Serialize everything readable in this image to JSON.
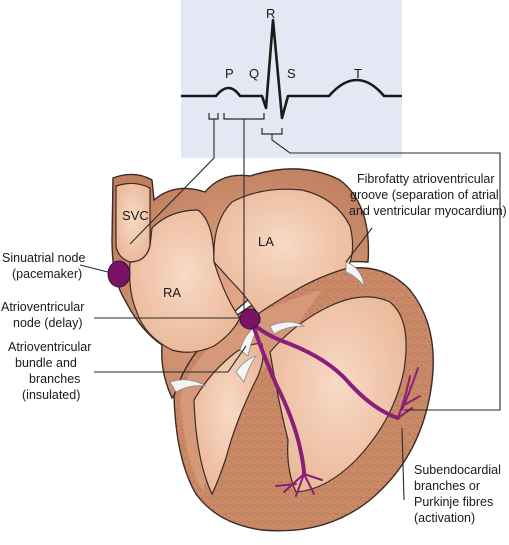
{
  "ecg": {
    "waves": {
      "p": "P",
      "q": "Q",
      "r": "R",
      "s": "S",
      "t": "T"
    }
  },
  "chambers": {
    "svc": "SVC",
    "ra": "RA",
    "la": "LA"
  },
  "labels": {
    "sinoatrial": [
      "Sinuatrial node",
      "(pacemaker)"
    ],
    "av_node": [
      "Atrioventricular",
      "node (delay)"
    ],
    "av_bundle": [
      "Atrioventricular",
      "bundle and",
      "branches",
      "(insulated)"
    ],
    "groove": [
      "Fibrofatty atrioventricular",
      "groove (separation of atrial",
      "and ventricular myocardium)"
    ],
    "purkinje": [
      "Subendocardial",
      "branches or",
      "Purkinje fibres",
      "(activation)"
    ]
  },
  "colors": {
    "ecg_panel": "#e4e8f4",
    "heart_wall": "#c98c6c",
    "chamber_fill": "#f3c9ae",
    "node": "#7a1266",
    "conduction": "#8a1f78",
    "outline": "#3a2a28"
  }
}
